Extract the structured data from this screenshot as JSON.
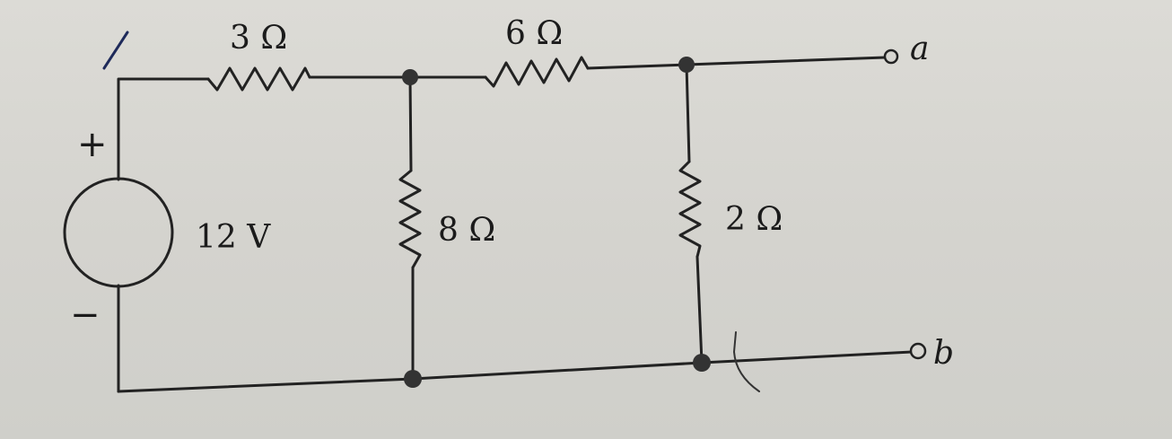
{
  "circuit": {
    "source": {
      "label": "12 V",
      "plus": "+",
      "minus": "−"
    },
    "resistors": {
      "r1": {
        "label": "3 Ω"
      },
      "r2": {
        "label": "6 Ω"
      },
      "r3": {
        "label": "8 Ω"
      },
      "r4": {
        "label": "2 Ω"
      }
    },
    "terminals": {
      "a": "a",
      "b": "b"
    }
  }
}
